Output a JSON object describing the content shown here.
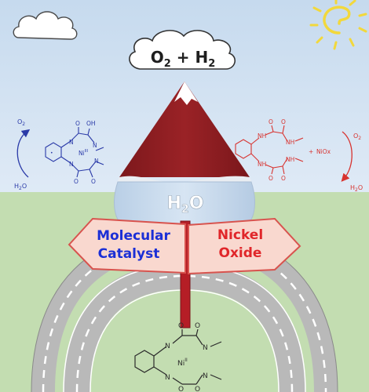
{
  "cloud_label": {
    "o": "O",
    "sub2a": "2",
    "plus": " + H",
    "sub2b": "2"
  },
  "mountain_label": {
    "h": "H",
    "sub": "2",
    "o": "O"
  },
  "signs": {
    "left": {
      "line1": "Molecular",
      "line2": "Catalyst",
      "color": "#1b2fd6"
    },
    "right": {
      "line1": "Nickel",
      "line2": "Oxide",
      "color": "#e0262a"
    }
  },
  "left_cycle": {
    "top": "O",
    "top_sub": "2",
    "bottom": "H",
    "bottom_sub": "2",
    "bottom_tail": "O",
    "color": "#2a3aa8"
  },
  "right_cycle": {
    "top": "O",
    "top_sub": "2",
    "bottom": "H",
    "bottom_sub": "2",
    "bottom_tail": "O",
    "color": "#d8332f"
  },
  "left_molecule": {
    "oh": "OH",
    "o1": "O",
    "o2": "O",
    "o3": "O",
    "n1": "N",
    "n2": "N",
    "n3": "N",
    "n4": "N",
    "ni": "Ni",
    "ni_ox": "III",
    "dot": "•"
  },
  "right_molecule": {
    "nh1": "NH",
    "nh2": "NH",
    "nh3": "NH",
    "nh4": "NH",
    "o1": "O",
    "o2": "O",
    "o3": "O",
    "o4": "O",
    "plus": "+",
    "niox": "NiOx"
  },
  "bottom_molecule": {
    "o1": "O",
    "o2": "O",
    "o3": "O",
    "o4": "O",
    "n1": "N",
    "n2": "N",
    "n3": "N",
    "n4": "N",
    "ni": "Ni",
    "ni_ox": "II"
  },
  "colors": {
    "sky_top": "#c9ddf0",
    "sky_bottom": "#dce9f5",
    "ground": "#c2ddb0",
    "road": "#b7b7b7",
    "mountain": "#8e1e22",
    "ice": "#c5d7ea",
    "sign_fill": "#f7d6cf",
    "sign_border": "#d9534f",
    "pole": "#b71d25",
    "sun": "#f8e14a"
  }
}
